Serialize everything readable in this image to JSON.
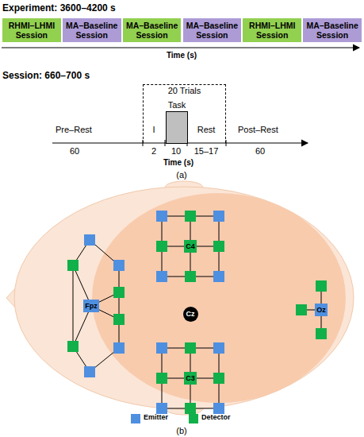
{
  "diagram": {
    "nodes": [
      {
        "text": [
          "RHMI–LHMI Session"
        ]
      },
      {
        "text": [
          "MA–Baseline Session"
        ]
      },
      {
        "text": [
          "MA–Baseline Session"
        ]
      },
      {
        "text": [
          "MA–Baseline Session"
        ]
      },
      {
        "text": [
          "RHMI–LHMI Session"
        ]
      },
      {
        "text": [
          "MA–Baseline Session"
        ]
      },
      {
        "text": [
          "20 Trials"
        ]
      },
      {
        "text": [
          "Task"
        ],
        "in": 6
      },
      {
        "text": [
          "Fpz"
        ]
      },
      {
        "text": [
          "C4"
        ]
      },
      {
        "text": [
          "Cz"
        ]
      },
      {
        "text": [
          "C3"
        ]
      },
      {
        "text": [
          "Oz"
        ]
      }
    ],
    "labels": [
      "Experiment: 3600–4200 s",
      "Time (s)",
      "Session: 660–700 s",
      "Pre–Rest",
      "60",
      "I",
      "2",
      "10",
      "Rest",
      "15–17",
      "Post–Rest",
      "60",
      "Time (s)",
      "(a)",
      "(b)"
    ],
    "legend": [
      {
        "text": "Emitter",
        "color": "#4f8fe0"
      },
      {
        "text": "Detector",
        "color": "#12b04a"
      }
    ]
  }
}
